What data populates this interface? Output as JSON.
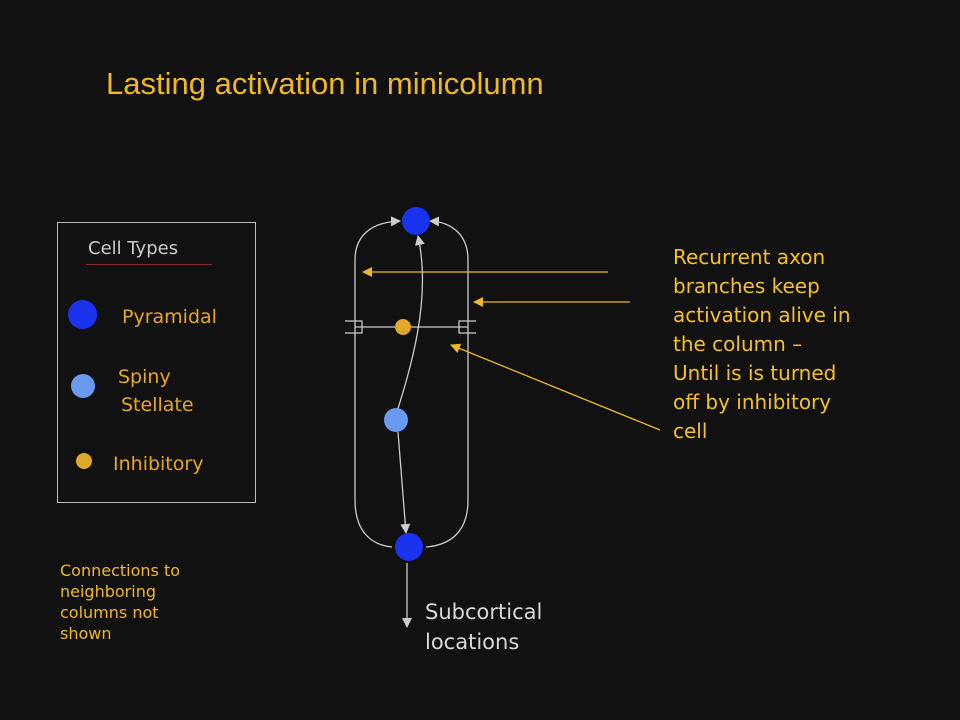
{
  "title": "Lasting activation in minicolumn",
  "legend": {
    "title": "Cell Types",
    "items": [
      {
        "label": "Pyramidal",
        "color": "#1a33ee"
      },
      {
        "label": "Spiny",
        "label2": "Stellate",
        "color": "#6a99f0"
      },
      {
        "label": "Inhibitory",
        "color": "#e0a828"
      }
    ]
  },
  "note_lines": [
    "Connections to",
    "neighboring",
    "columns not",
    "shown"
  ],
  "callout_lines": [
    "Recurrent axon",
    "branches keep",
    "activation alive in",
    "the column –",
    "Until is is turned",
    "off by inhibitory",
    "cell"
  ],
  "output_label_lines": [
    "Subcortical",
    "locations"
  ],
  "colors": {
    "background": "#111111",
    "pyramidal": "#1a33ee",
    "spiny_stellate": "#6a99f0",
    "inhibitory": "#e0a828",
    "title": "#f0b825",
    "arrow": "#f0b825",
    "connection": "#cccccc"
  }
}
